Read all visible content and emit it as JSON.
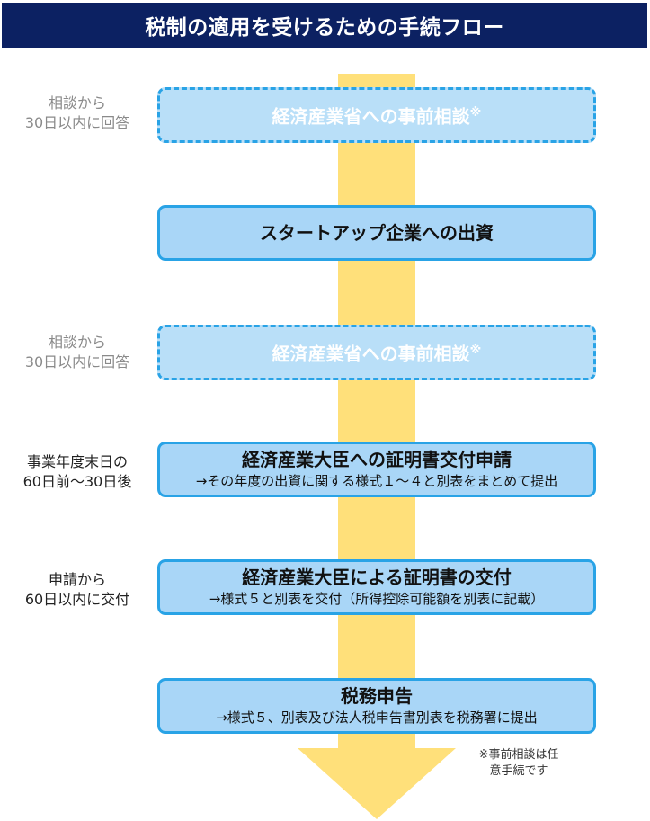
{
  "title": "税制の適用を受けるための手続フロー",
  "colors": {
    "banner_bg": "#0c2162",
    "box_border": "#29a3e6",
    "box_fill": "#a9d6f7",
    "arrow_fill": "#ffe07a"
  },
  "steps": [
    {
      "side_line1": "相談から",
      "side_line2": "30日以内に回答",
      "title": "経済産業省への事前相談",
      "mark": "※",
      "optional": true
    },
    {
      "title": "スタートアップ企業への出資",
      "optional": false
    },
    {
      "side_line1": "相談から",
      "side_line2": "30日以内に回答",
      "title": "経済産業省への事前相談",
      "mark": "※",
      "optional": true
    },
    {
      "side_line1": "事業年度末日の",
      "side_line2": "60日前～30日後",
      "title": "経済産業大臣への証明書交付申請",
      "sub": "→その年度の出資に関する様式１～４と別表をまとめて提出",
      "optional": false
    },
    {
      "side_line1": "申請から",
      "side_line2": "60日以内に交付",
      "title": "経済産業大臣による証明書の交付",
      "sub": "→様式５と別表を交付（所得控除可能額を別表に記載）",
      "optional": false
    },
    {
      "title": "税務申告",
      "sub": "→様式５、別表及び法人税申告書別表を税務署に提出",
      "optional": false
    }
  ],
  "footnote": {
    "line1": "※事前相談は任",
    "line2": "意手続です"
  }
}
